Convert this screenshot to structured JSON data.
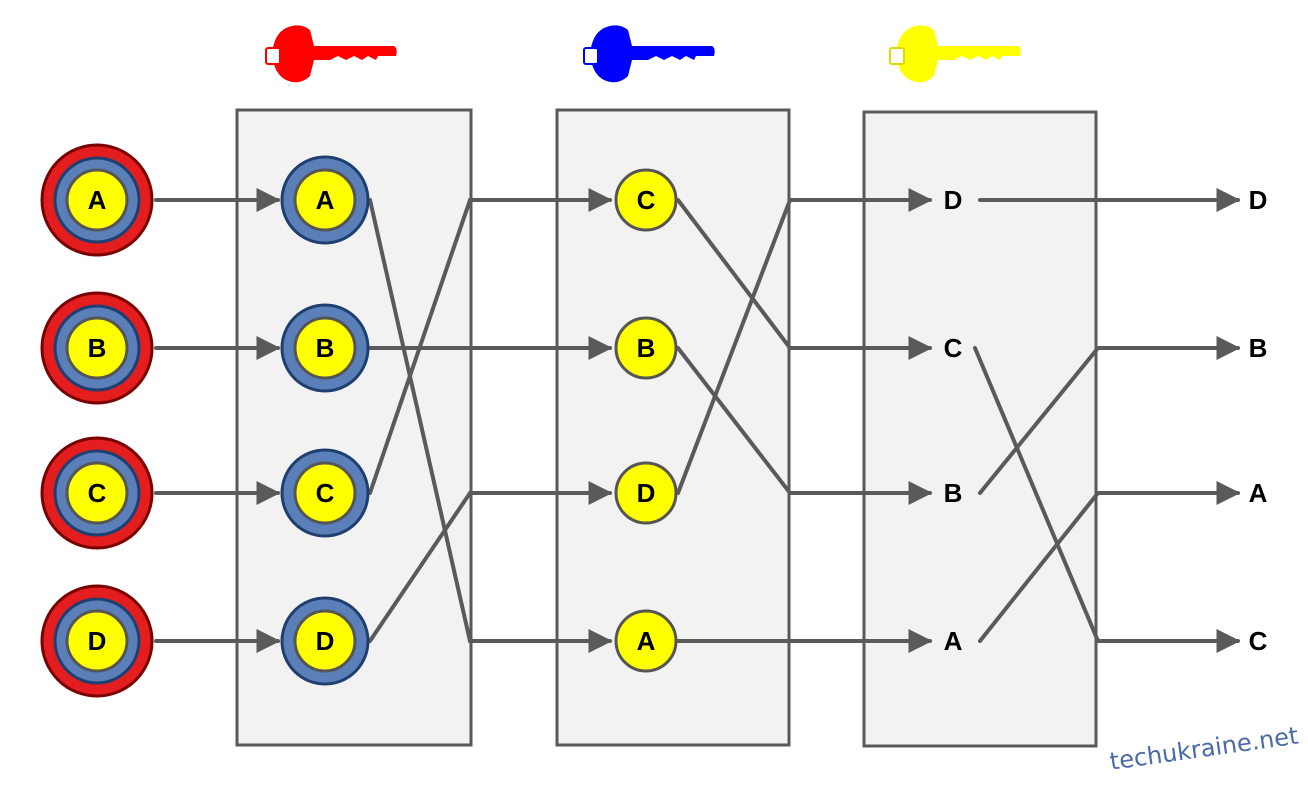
{
  "colors": {
    "key_colors": [
      "#ff0000",
      "#0000ff",
      "#ffff00"
    ],
    "outer_ring": "#e41e1e",
    "middle_ring": "#5b7fb8",
    "inner_circle": "#ffff00",
    "box_fill": "#f2f2f2",
    "wire": "#5a5a5a"
  },
  "keys": [
    {
      "icon": "key-icon",
      "color": "red"
    },
    {
      "icon": "key-icon",
      "color": "blue"
    },
    {
      "icon": "key-icon",
      "color": "yellow"
    }
  ],
  "inputs": [
    "A",
    "B",
    "C",
    "D"
  ],
  "stage1": [
    "A",
    "B",
    "C",
    "D"
  ],
  "stage2": [
    "C",
    "B",
    "D",
    "A"
  ],
  "stage3": [
    "D",
    "C",
    "B",
    "A"
  ],
  "outputs": [
    "D",
    "B",
    "A",
    "C"
  ],
  "watermark": "techukraine.net"
}
